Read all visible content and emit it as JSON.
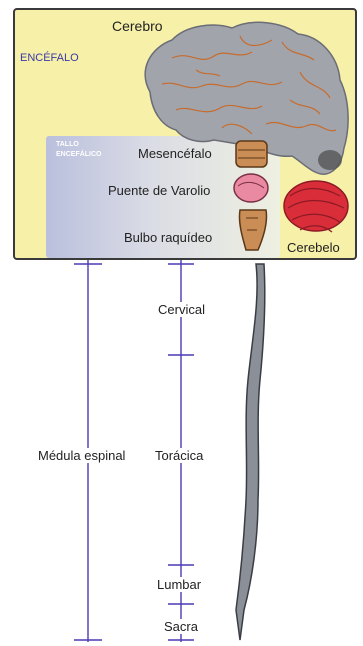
{
  "encefalo": {
    "title": "ENCÉFALO",
    "cerebro": "Cerebro",
    "cerebelo": "Cerebelo"
  },
  "tallo": {
    "title_line1": "TALLO",
    "title_line2": "ENCEFÁLICO",
    "mesencefalo": "Mesencéfalo",
    "puente": "Puente de Varolio",
    "bulbo": "Bulbo raquídeo"
  },
  "medula": {
    "title": "Médula espinal",
    "cervical": "Cervical",
    "toracica": "Torácica",
    "lumbar": "Lumbar",
    "sacra": "Sacra"
  },
  "colors": {
    "encefalo_bg": "#f7f0a9",
    "tallo_accent": "#4a57b8",
    "line": "#4b3ab5",
    "brain": "#9ea0a8",
    "cerebelo": "#d92e3a",
    "brainstem": "#c98d55"
  }
}
